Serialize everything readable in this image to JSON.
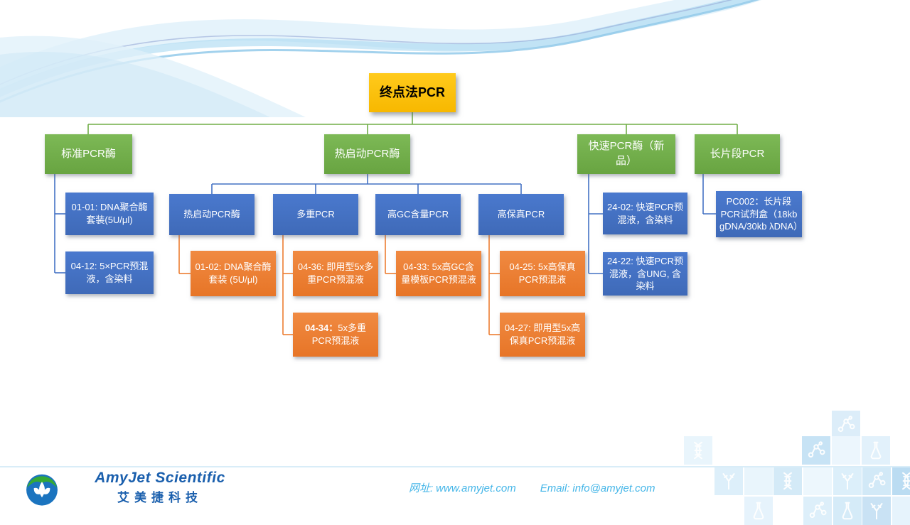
{
  "diagram": {
    "root": {
      "label": "终点法PCR"
    },
    "branches": [
      {
        "label": "标准PCR酶",
        "children": [
          {
            "label": "01-01: DNA聚合酶套装(5U/μl)"
          },
          {
            "label": "04-12: 5×PCR预混液，含染料"
          }
        ]
      },
      {
        "label": "热启动PCR酶",
        "children": [
          {
            "label": "热启动PCR酶",
            "products": [
              {
                "label": "01-02: DNA聚合酶套装 (5U/μl)"
              }
            ]
          },
          {
            "label": "多重PCR",
            "products": [
              {
                "label": "04-36: 即用型5x多重PCR预混液"
              },
              {
                "code": "04-34：",
                "label": "5x多重PCR预混液"
              }
            ]
          },
          {
            "label": "高GC含量PCR",
            "products": [
              {
                "label": "04-33: 5x高GC含量模板PCR预混液"
              }
            ]
          },
          {
            "label": "高保真PCR",
            "products": [
              {
                "label": "04-25: 5x高保真PCR预混液"
              },
              {
                "label": "04-27: 即用型5x高保真PCR预混液"
              }
            ]
          }
        ]
      },
      {
        "label": "快速PCR酶（新品）",
        "children": [
          {
            "label": "24-02: 快速PCR预混液，含染料"
          },
          {
            "label": "24-22: 快速PCR预混液，含UNG, 含染料"
          }
        ]
      },
      {
        "label": "长片段PCR",
        "children": [
          {
            "label": "PC002：长片段PCR试剂盒（18kb gDNA/30kb λDNA）"
          }
        ]
      }
    ]
  },
  "footer": {
    "logo_title": "AmyJet Scientific",
    "logo_subtitle": "艾美捷科技",
    "website_label": "网址:",
    "website": "www.amyjet.com",
    "email_label": "Email:",
    "email": "info@amyjet.com"
  },
  "colors": {
    "root_fill": "#FFC000",
    "branch_fill": "#70AD47",
    "category_fill": "#4472C4",
    "product_fill": "#ED7D31",
    "connector_green": "#70AD47",
    "connector_blue": "#4472C4",
    "connector_orange": "#ED7D31",
    "footer_text": "#45B6E8",
    "logo_blue": "#1A5FAD"
  }
}
